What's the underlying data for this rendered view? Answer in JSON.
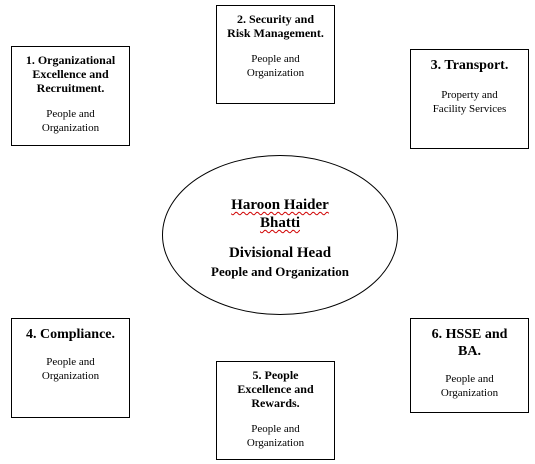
{
  "head": {
    "name_line1": "Haroon Haider",
    "name_line2": "Bhatti",
    "role": "Divisional Head",
    "department": "People and Organization"
  },
  "boxes": [
    {
      "title": "1. Organizational\nExcellence and\nRecruitment.",
      "subtitle": "People and\nOrganization"
    },
    {
      "title": "2. Security and\nRisk Management.",
      "subtitle": "People and\nOrganization"
    },
    {
      "title": "3. Transport.",
      "subtitle": "Property and\nFacility Services"
    },
    {
      "title": "4. Compliance.",
      "subtitle": "People and\nOrganization"
    },
    {
      "title": "5. People\nExcellence and\nRewards.",
      "subtitle": "People and\nOrganization"
    },
    {
      "title": "6. HSSE and\nBA.",
      "subtitle": "People and\nOrganization"
    }
  ]
}
